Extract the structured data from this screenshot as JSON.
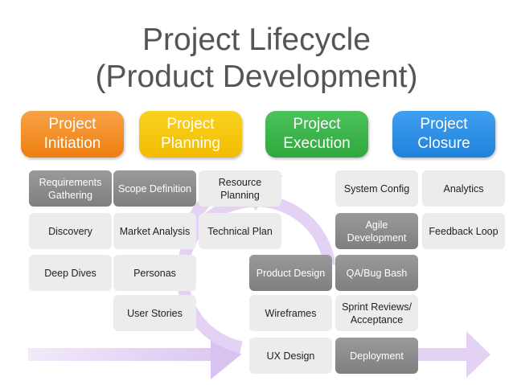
{
  "title": {
    "line1": "Project Lifecycle",
    "line2": "(Product Development)"
  },
  "colors": {
    "initiation": "#F28A1E",
    "planning": "#F5C400",
    "execution": "#3BB54A",
    "closure": "#2A8FE6",
    "arrow": "#D9C2F0",
    "task_light": "#ECECEC",
    "task_dark": "#8C8C8C"
  },
  "phases": [
    {
      "line1": "Project",
      "line2": "Initiation"
    },
    {
      "line1": "Project",
      "line2": "Planning"
    },
    {
      "line1": "Project",
      "line2": "Execution"
    },
    {
      "line1": "Project",
      "line2": "Closure"
    }
  ],
  "tasks": {
    "requirements_gathering": "Requirements Gathering",
    "discovery": "Discovery",
    "deep_dives": "Deep Dives",
    "scope_definition": "Scope Definition",
    "market_analysis": "Market Analysis",
    "personas": "Personas",
    "user_stories": "User Stories",
    "resource_planning": "Resource Planning",
    "technical_plan": "Technical Plan",
    "product_design": "Product Design",
    "wireframes": "Wireframes",
    "ux_design": "UX Design",
    "system_config": "System Config",
    "agile_development": "Agile Development",
    "qa_bug_bash": "QA/Bug Bash",
    "sprint_reviews": "Sprint Reviews/ Acceptance",
    "deployment": "Deployment",
    "analytics": "Analytics",
    "feedback_loop": "Feedback Loop"
  }
}
